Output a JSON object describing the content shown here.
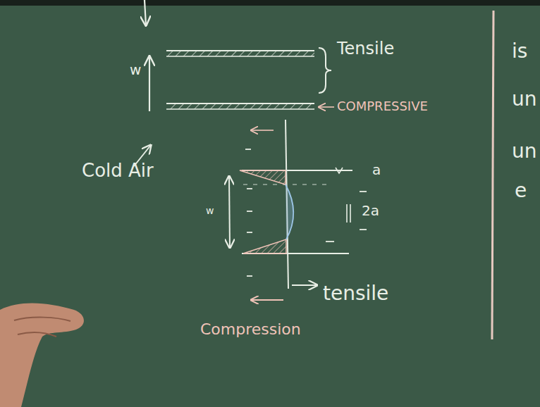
{
  "diagram": {
    "labels": [
      "Tensile",
      "COMPRESSIVE",
      "w",
      "Cold Air",
      "a",
      "2a",
      "w",
      "tensile",
      "Compression",
      "is",
      "un",
      "un",
      "e"
    ]
  }
}
